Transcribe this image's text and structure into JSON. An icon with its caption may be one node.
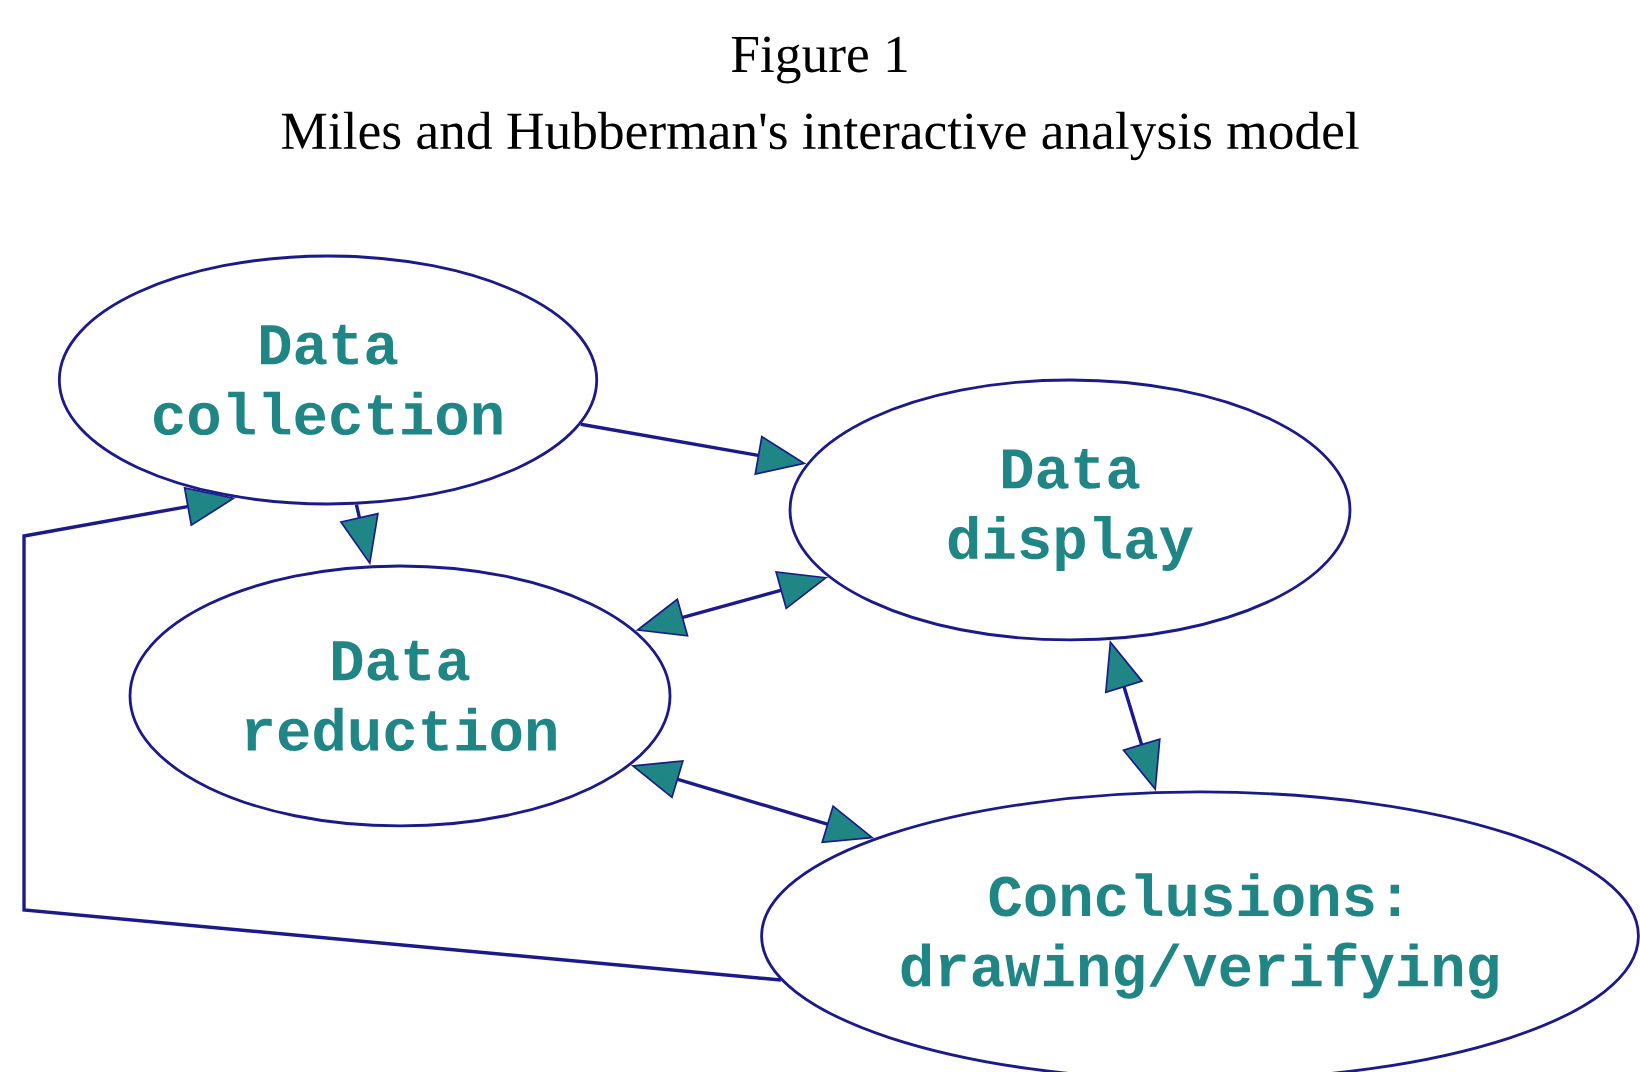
{
  "diagram": {
    "title": "Figure 1",
    "caption": "Miles and Hubberman's interactive analysis model",
    "nodes": [
      {
        "text": [
          "Data collection"
        ]
      },
      {
        "text": [
          "Data display"
        ]
      },
      {
        "text": [
          "Data reduction"
        ]
      },
      {
        "text": [
          "Conclusions: drawing/verifying"
        ]
      }
    ],
    "edges": [
      {
        "from": 0,
        "to": 1,
        "arrow": "to"
      },
      {
        "from": 0,
        "to": 2,
        "arrow": "to"
      },
      {
        "from": 1,
        "to": 2,
        "arrow": "both"
      },
      {
        "from": 1,
        "to": 3,
        "arrow": "both"
      },
      {
        "from": 2,
        "to": 3,
        "arrow": "both"
      },
      {
        "from": 3,
        "to": 0,
        "arrow": "to"
      }
    ]
  }
}
